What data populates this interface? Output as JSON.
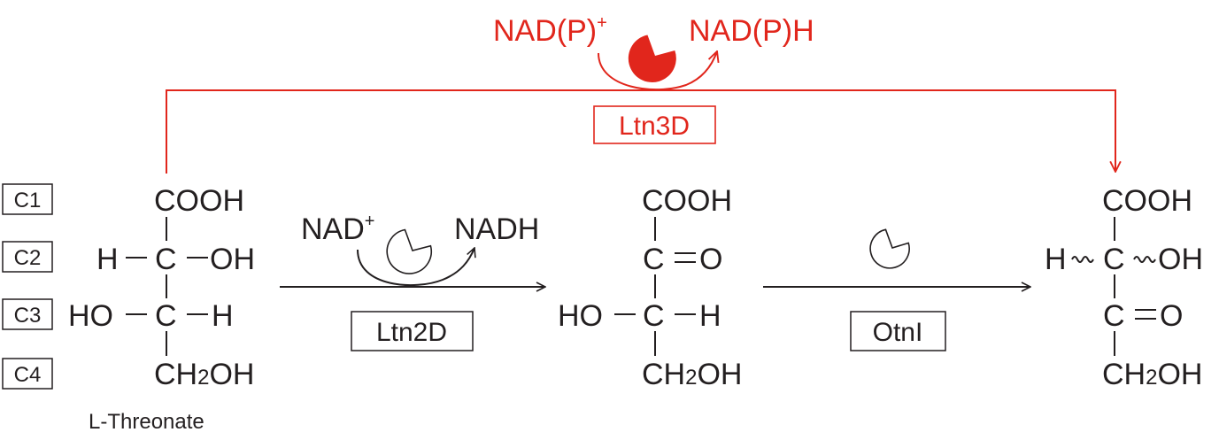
{
  "colors": {
    "ink": "#231f20",
    "accent_red": "#e1261c",
    "background": "#ffffff"
  },
  "carbon_labels": [
    "C1",
    "C2",
    "C3",
    "C4"
  ],
  "substrate": {
    "name": "L-Threonate",
    "c1": "COOH",
    "c2_left": "H",
    "c2_center": "C",
    "c2_right": "OH",
    "c3_left": "HO",
    "c3_center": "C",
    "c3_right": "H",
    "c4_main": "CH",
    "c4_sub": "2",
    "c4_tail": "OH"
  },
  "intermediate": {
    "c1": "COOH",
    "c2_center": "C",
    "c2_right": "O",
    "c3_left": "HO",
    "c3_center": "C",
    "c3_right": "H",
    "c4_main": "CH",
    "c4_sub": "2",
    "c4_tail": "OH"
  },
  "product": {
    "c1": "COOH",
    "c2_left": "H",
    "c2_center": "C",
    "c2_right": "OH",
    "c3_center": "C",
    "c3_right": "O",
    "c4_main": "CH",
    "c4_sub": "2",
    "c4_tail": "OH"
  },
  "step1": {
    "enzyme": "Ltn2D",
    "cofactor_in_main": "NAD",
    "cofactor_in_sup": "+",
    "cofactor_out": "NADH",
    "enzyme_icon": "pacman-enzyme-outline-icon"
  },
  "step2": {
    "enzyme": "OtnI",
    "enzyme_icon": "pacman-enzyme-outline-icon"
  },
  "bypass": {
    "enzyme": "Ltn3D",
    "cofactor_in_main": "NAD(P)",
    "cofactor_in_sup": "+",
    "cofactor_out": "NAD(P)H",
    "enzyme_icon": "pacman-enzyme-filled-red-icon"
  }
}
